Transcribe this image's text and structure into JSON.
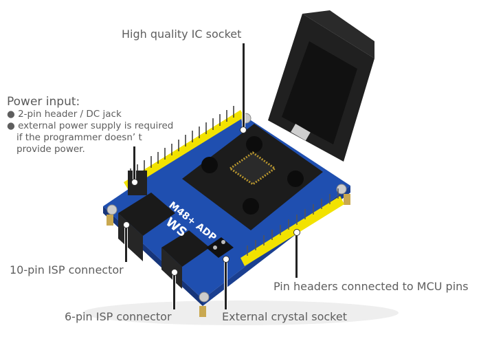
{
  "image": {
    "description": "Product photo of M48+ ADP programmer adapter board with annotated callouts",
    "board_marking": "M48+ ADP",
    "brand_logo": "WS"
  },
  "callouts": {
    "ic_socket": "High quality IC socket",
    "power_input": {
      "title": "Power input:",
      "bullets": [
        "2-pin header / DC jack",
        "external power supply is required"
      ],
      "continuation": [
        "if the programmer doesn’ t",
        "provide power."
      ]
    },
    "isp10": "10-pin ISP connector",
    "isp6": "6-pin ISP connector",
    "crystal": "External crystal socket",
    "pin_headers": "Pin headers connected to MCU pins"
  },
  "colors": {
    "pcb_blue": "#1f4fb0",
    "pin_yellow": "#f2e200",
    "socket_black": "#1c1c1c",
    "text_gray": "#5e5e5e"
  }
}
